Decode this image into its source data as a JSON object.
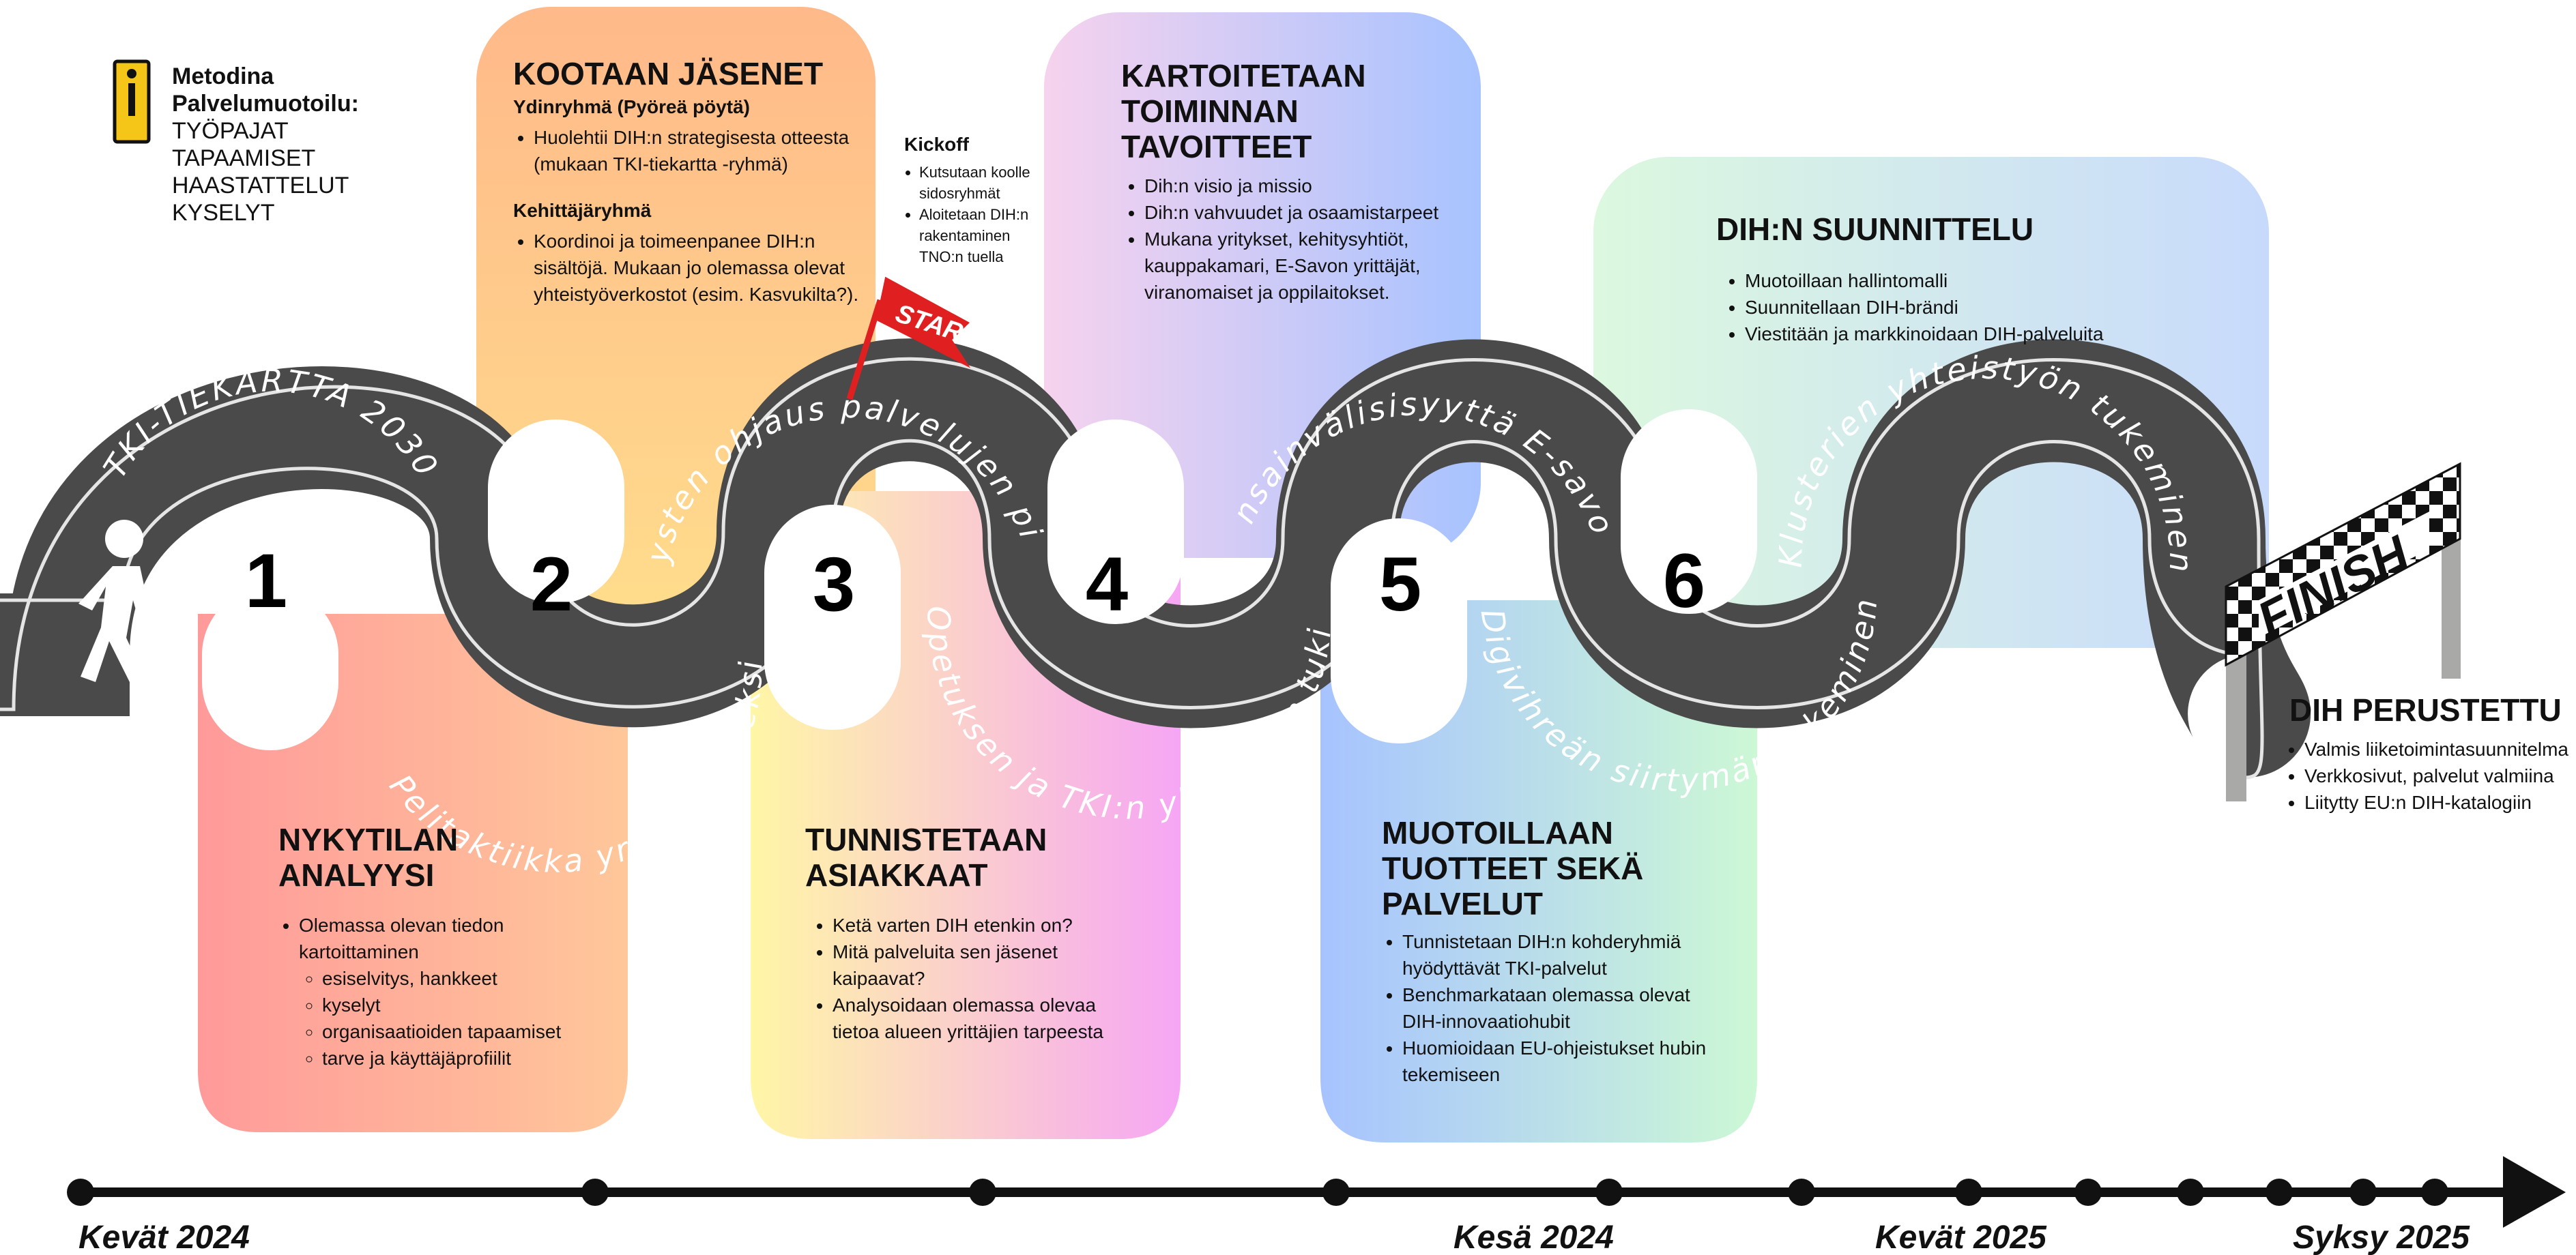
{
  "brand": {
    "name": "Metodina",
    "heading": "Palvelumuotoilu:",
    "methods": [
      "TYÖPAJAT",
      "TAPAAMISET",
      "HAASTATTELUT",
      "KYSELYT"
    ]
  },
  "colors": {
    "road": "#4a4a4a",
    "road_edge": "#d9d9d9",
    "panel1": [
      "#ff9a9a",
      "#ffc79a"
    ],
    "panel2": [
      "#ffc08a",
      "#ffd98a"
    ],
    "panel3": [
      "#fff3a0",
      "#f7a8f5"
    ],
    "panel4": [
      "#f5d2ef",
      "#a9c4ff"
    ],
    "panel5": [
      "#a9c4ff",
      "#c8f7d2"
    ],
    "panel6": [
      "#d9f7dd",
      "#c9dcfb"
    ],
    "logo": "#f5c518",
    "flag": "#e02020"
  },
  "road_labels": [
    "TKI-TIEKARTTA 2030",
    "Pelitaktiikka yritysvetoiseksi",
    "Yritysten ohjaus palvelujen piiriin",
    "Opetuksen ja TKI:n yhteistyön tuki",
    "Kansainvälisisyyttä E-savoon",
    "Digivihreän siirtymän tukeminen",
    "Klusterien yhteistyön tukeminen"
  ],
  "steps": [
    "1",
    "2",
    "3",
    "4",
    "5",
    "6"
  ],
  "phase1": {
    "title": [
      "NYKYTILAN",
      "ANALYYSI"
    ],
    "items": [
      "Olemassa olevan tiedon kartoittaminen"
    ],
    "subitems": [
      "esiselvitys, hankkeet",
      "kyselyt",
      "organisaatioiden tapaamiset",
      "tarve ja käyttäjäprofiilit"
    ]
  },
  "phase2": {
    "title": "KOOTAAN JÄSENET",
    "group1": "Ydinryhmä (Pyöreä pöytä)",
    "group1_items": [
      "Huolehtii DIH:n strategisesta otteesta (mukaan TKI-tiekartta -ryhmä)"
    ],
    "group2": "Kehittäjäryhmä",
    "group2_items": [
      "Koordinoi ja toimeenpanee DIH:n sisältöjä. Mukaan jo olemassa olevat yhteistyöverkostot (esim. Kasvukilta?)."
    ]
  },
  "kickoff": {
    "title": "Kickoff",
    "items": [
      "Kutsutaan koolle sidosryhmät",
      "Aloitetaan DIH:n rakentaminen TNO:n tuella"
    ],
    "flag": "START"
  },
  "phase3": {
    "title": [
      "TUNNISTETAAN",
      "ASIAKKAAT"
    ],
    "items": [
      "Ketä varten DIH etenkin on?",
      "Mitä palveluita sen jäsenet kaipaavat?",
      "Analysoidaan olemassa olevaa tietoa alueen yrittäjien tarpeesta"
    ]
  },
  "phase4": {
    "title": [
      "KARTOITETAAN",
      "TOIMINNAN",
      "TAVOITTEET"
    ],
    "items": [
      "Dih:n visio ja missio",
      "Dih:n vahvuudet ja osaamistarpeet",
      "Mukana yritykset, kehitysyhtiöt, kauppakamari, E-Savon yrittäjät, viranomaiset ja oppilaitokset."
    ]
  },
  "phase5": {
    "title": [
      "MUOTOILLAAN",
      "TUOTTEET SEKÄ",
      "PALVELUT"
    ],
    "items": [
      "Tunnistetaan DIH:n kohderyhmiä hyödyttävät TKI-palvelut",
      "Benchmarkataan olemassa olevat DIH-innovaatiohubit",
      "Huomioidaan EU-ohjeistukset hubin tekemiseen"
    ]
  },
  "phase6": {
    "title": "DIH:N SUUNNITTELU",
    "items": [
      "Muotoillaan hallintomalli",
      "Suunnitellaan DIH-brändi",
      "Viestitään ja markkinoidaan DIH-palveluita"
    ]
  },
  "finish": {
    "sign": "FINISH",
    "title": "DIH PERUSTETTU",
    "items": [
      "Valmis liiketoimintasuunnitelma",
      "Verkkosivut, palvelut valmiina",
      "Liitytty EU:n DIH-katalogiin"
    ]
  },
  "timeline": {
    "dates": [
      "Kevät 2024",
      "Kesä 2024",
      "Kevät 2025",
      "Syksy 2025"
    ]
  }
}
